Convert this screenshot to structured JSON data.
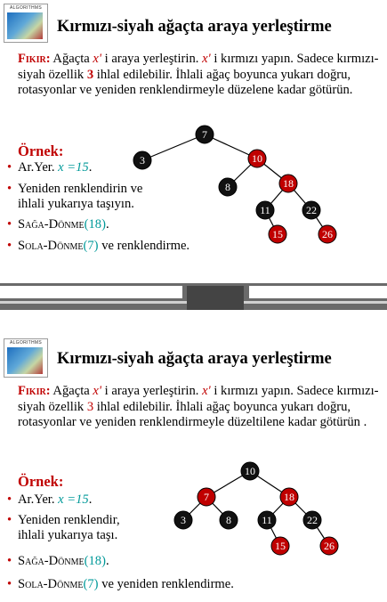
{
  "slides": [
    {
      "logo_text": "ALGORITHMS",
      "title": "Kırmızı-siyah ağaçta araya yerleştirme",
      "idea": {
        "label": "Fikir:",
        "t1": " Ağaçta ",
        "x1": "x'",
        "t2": " i araya yerleştirin. ",
        "x2": "x'",
        "t3": " i kırmızı yapın. Sadece kırmızı-siyah özellik ",
        "num": "3",
        "t4": " ihlal edilebilir. İhlali ağaç boyunca yukarı doğru, rotasyonlar ve yeniden renklendirmeyle düzelene kadar götürün."
      },
      "example_label": "Örnek:",
      "b1": {
        "pre": "Ar.Yer. ",
        "math": "x =15",
        "post": "."
      },
      "b2": {
        "line1": "Yeniden renklendirin ve",
        "line2": "ihlali yukarıya taşıyın."
      },
      "b3": {
        "pre": "Sağa-Dönme",
        "arg": "(18)",
        "post": "."
      },
      "b4": {
        "pre": "Sola-Dönme",
        "arg": "(7)",
        "post": " ve renklendirme."
      },
      "tree": {
        "nodes": [
          {
            "id": "n7",
            "label": "7",
            "color": "black"
          },
          {
            "id": "n3",
            "label": "3",
            "color": "black"
          },
          {
            "id": "n10",
            "label": "10",
            "color": "red"
          },
          {
            "id": "n8",
            "label": "8",
            "color": "black"
          },
          {
            "id": "n18",
            "label": "18",
            "color": "red"
          },
          {
            "id": "n11",
            "label": "11",
            "color": "black"
          },
          {
            "id": "n22",
            "label": "22",
            "color": "black"
          },
          {
            "id": "n15",
            "label": "15",
            "color": "red"
          },
          {
            "id": "n26",
            "label": "26",
            "color": "red"
          }
        ],
        "edges": [
          [
            "n7",
            "n3"
          ],
          [
            "n7",
            "n10"
          ],
          [
            "n10",
            "n8"
          ],
          [
            "n10",
            "n18"
          ],
          [
            "n18",
            "n11"
          ],
          [
            "n18",
            "n22"
          ],
          [
            "n11",
            "n15"
          ],
          [
            "n22",
            "n26"
          ]
        ]
      }
    },
    {
      "logo_text": "ALGORITHMS",
      "title": "Kırmızı-siyah ağaçta araya yerleştirme",
      "idea": {
        "label": "Fikir:",
        "t1": " Ağaçta ",
        "x1": "x'",
        "t2": " i araya yerleştirin. ",
        "x2": "x'",
        "t3": " i kırmızı yapın. Sadece kırmızı-siyah özellik ",
        "num": "3",
        "t4": " ihlal edilebilir. İhlali ağaç boyunca yukarı doğru, rotasyonlar ve yeniden renklendirmeyle düzeltilene kadar götürün ."
      },
      "example_label": "Örnek:",
      "b1": {
        "pre": "Ar.Yer. ",
        "math": "x =15",
        "post": "."
      },
      "b2": {
        "line1": "Yeniden renklendir,",
        "line2": "ihlali yukarıya taşı."
      },
      "b3": {
        "pre": "Sağa-Dönme",
        "arg": "(18)",
        "post": "."
      },
      "b4": {
        "pre": "Sola-Dönme",
        "arg": "(7)",
        "post": " ve yeniden renklendirme."
      },
      "tree": {
        "nodes": [
          {
            "id": "n10",
            "label": "10",
            "color": "black"
          },
          {
            "id": "n7",
            "label": "7",
            "color": "red"
          },
          {
            "id": "n18",
            "label": "18",
            "color": "red"
          },
          {
            "id": "n3",
            "label": "3",
            "color": "black"
          },
          {
            "id": "n8",
            "label": "8",
            "color": "black"
          },
          {
            "id": "n11",
            "label": "11",
            "color": "black"
          },
          {
            "id": "n22",
            "label": "22",
            "color": "black"
          },
          {
            "id": "n15",
            "label": "15",
            "color": "red"
          },
          {
            "id": "n26",
            "label": "26",
            "color": "red"
          }
        ],
        "edges": [
          [
            "n10",
            "n7"
          ],
          [
            "n10",
            "n18"
          ],
          [
            "n7",
            "n3"
          ],
          [
            "n7",
            "n8"
          ],
          [
            "n18",
            "n11"
          ],
          [
            "n18",
            "n22"
          ],
          [
            "n11",
            "n15"
          ],
          [
            "n22",
            "n26"
          ]
        ]
      }
    }
  ],
  "colors": {
    "red_node": "#c00000",
    "black_node": "#111111",
    "accent_red": "#c00000",
    "accent_teal": "#009999"
  }
}
